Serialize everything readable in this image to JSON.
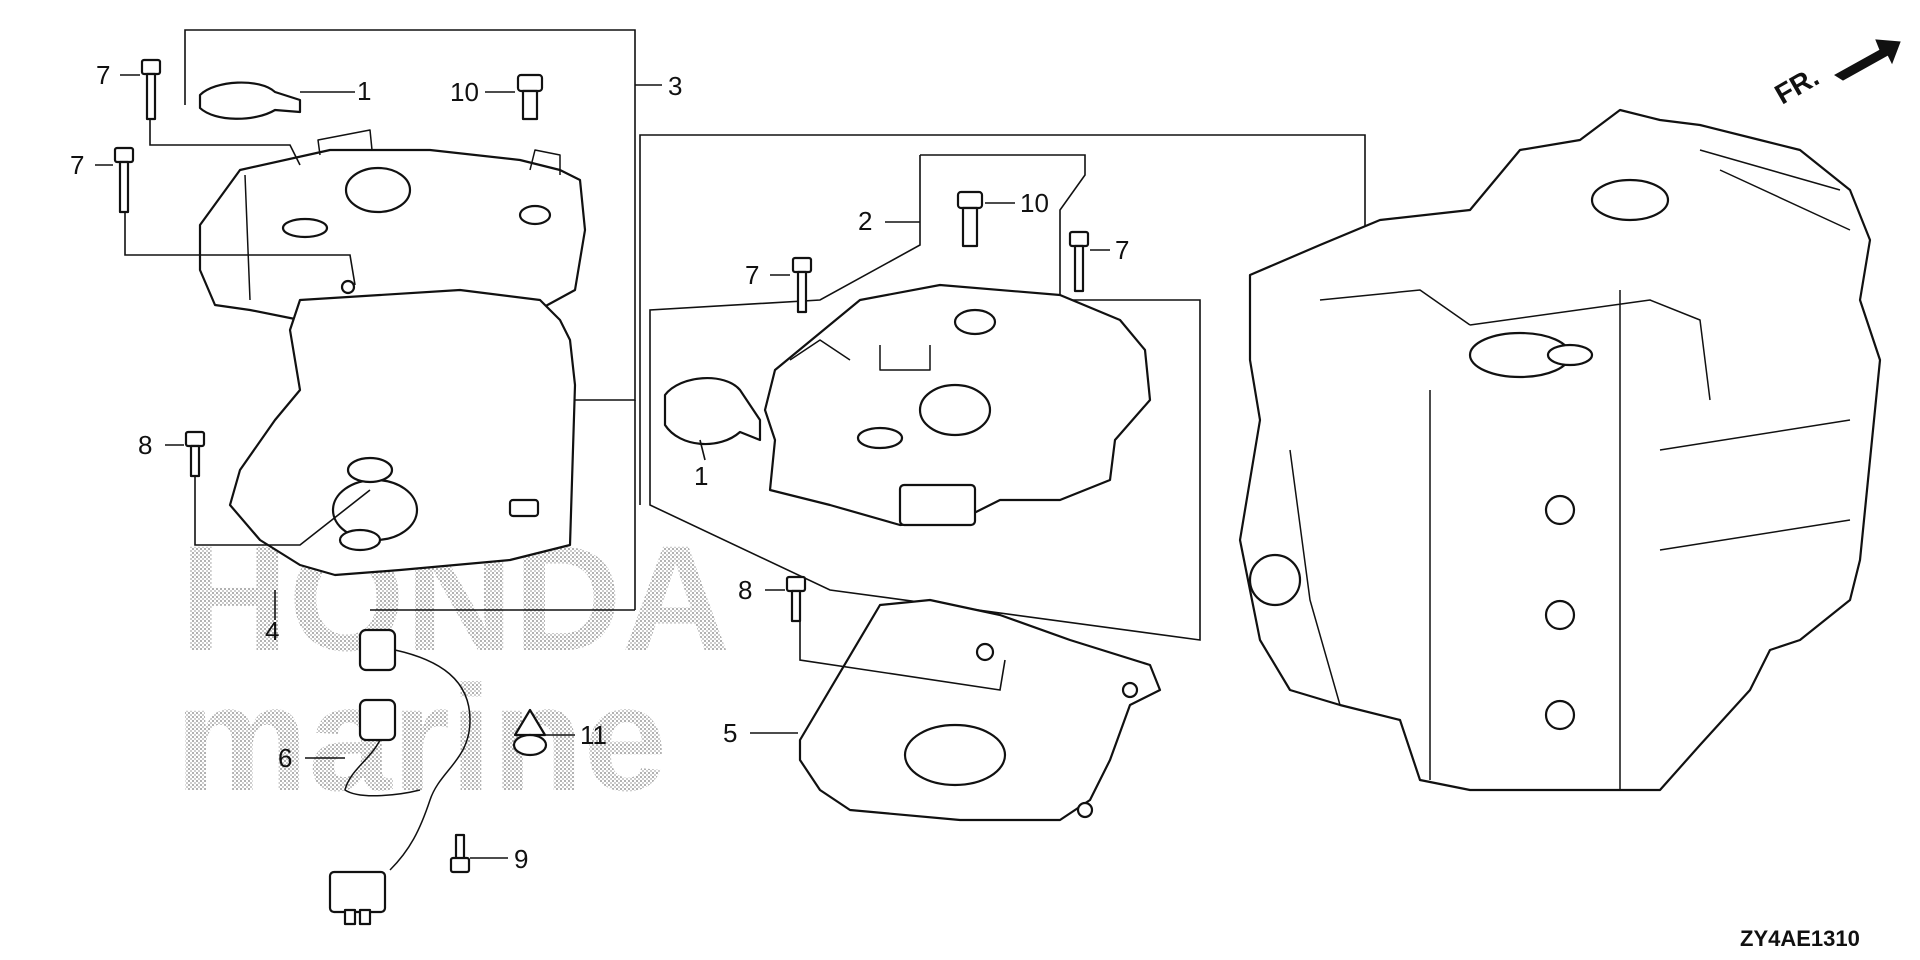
{
  "diagram": {
    "code": "ZY4AE1310",
    "front_marker": "FR.",
    "watermark": [
      "HONDA",
      "marine"
    ],
    "callouts": [
      "1",
      "1",
      "2",
      "3",
      "4",
      "5",
      "6",
      "7",
      "7",
      "7",
      "7",
      "8",
      "8",
      "9",
      "10",
      "10",
      "11"
    ]
  }
}
